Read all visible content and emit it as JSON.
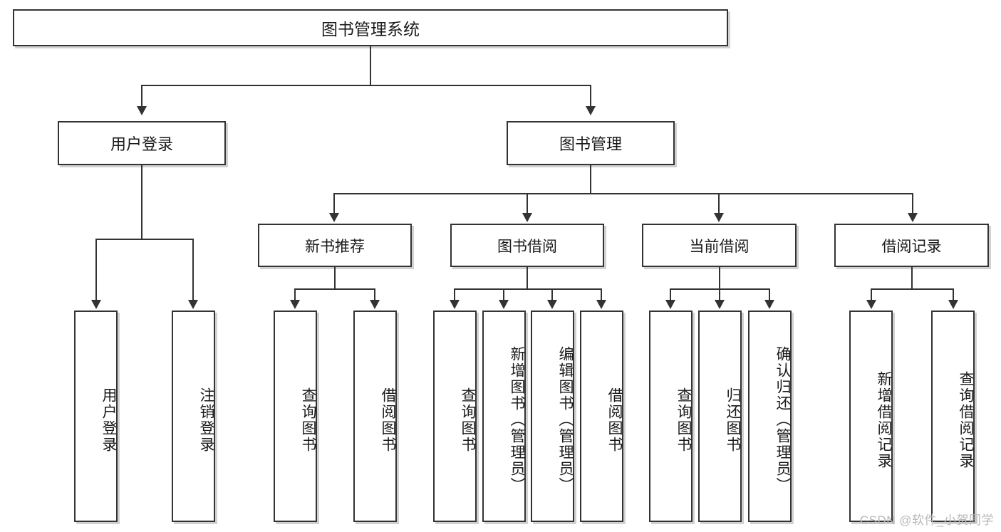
{
  "diagram": {
    "title": "图书管理系统",
    "type": "tree",
    "watermark": "CSDN @软件_小贺同学"
  },
  "root": {
    "label": "图书管理系统"
  },
  "level1": [
    {
      "label": "用户登录"
    },
    {
      "label": "图书管理"
    }
  ],
  "level2": [
    {
      "label": "新书推荐"
    },
    {
      "label": "图书借阅"
    },
    {
      "label": "当前借阅"
    },
    {
      "label": "借阅记录"
    }
  ],
  "leaves": [
    {
      "label": "用户登录"
    },
    {
      "label": "注销登录"
    },
    {
      "label": "查询图书"
    },
    {
      "label": "借阅图书"
    },
    {
      "label": "查询图书"
    },
    {
      "label": "新增图书（管理员）"
    },
    {
      "label": "编辑图书（管理员）"
    },
    {
      "label": "借阅图书"
    },
    {
      "label": "查询图书"
    },
    {
      "label": "归还图书"
    },
    {
      "label": "确认归还（管理员）"
    },
    {
      "label": "新增借阅记录"
    },
    {
      "label": "查询借阅记录"
    }
  ],
  "colors": {
    "stroke": "#333333",
    "fill": "#ffffff",
    "text": "#1a1a1a",
    "watermark": "#b8b8b8"
  }
}
